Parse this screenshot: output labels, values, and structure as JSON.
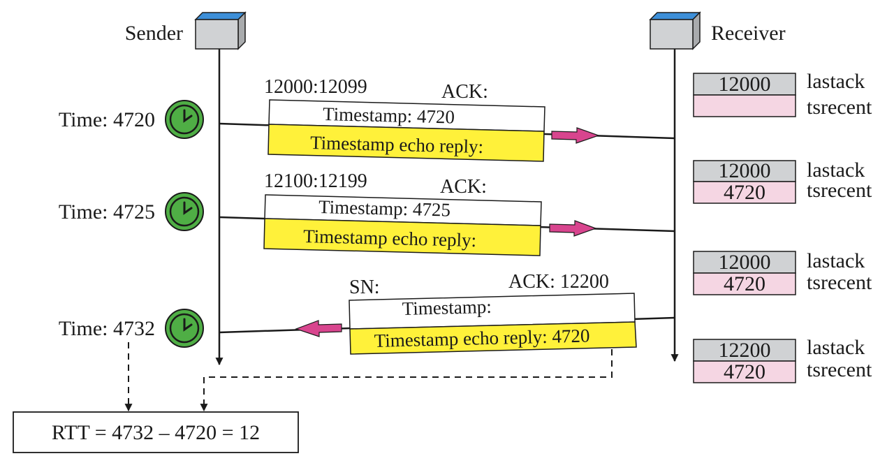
{
  "sender": {
    "label": "Sender"
  },
  "receiver": {
    "label": "Receiver"
  },
  "events": [
    {
      "time_label": "Time: 4720"
    },
    {
      "time_label": "Time: 4725"
    },
    {
      "time_label": "Time: 4732"
    }
  ],
  "segments": [
    {
      "seq": "12000:12099",
      "ack": "ACK:",
      "timestamp": "Timestamp: 4720",
      "echo": "Timestamp echo reply:"
    },
    {
      "seq": "12100:12199",
      "ack": "ACK:",
      "timestamp": "Timestamp: 4725",
      "echo": "Timestamp echo reply:"
    },
    {
      "seq": "SN:",
      "ack": "ACK: 12200",
      "timestamp": "Timestamp:",
      "echo": "Timestamp echo reply: 4720"
    }
  ],
  "receiver_state": [
    {
      "lastack": "12000",
      "tsrecent": ""
    },
    {
      "lastack": "12000",
      "tsrecent": "4720"
    },
    {
      "lastack": "12000",
      "tsrecent": "4720"
    },
    {
      "lastack": "12200",
      "tsrecent": "4720"
    }
  ],
  "state_labels": {
    "lastack": "lastack",
    "tsrecent": "tsrecent"
  },
  "rtt": {
    "formula": "RTT = 4732 – 4720 = 12"
  },
  "colors": {
    "computer_top": "#3d8fd8",
    "computer_body": "#d0d2d4",
    "clock": "#4fae45",
    "segment_echo": "#fff13a",
    "arrow": "#d8458e",
    "lastack_cell": "#d0d2d4",
    "tsrecent_cell": "#f5d6e3"
  }
}
